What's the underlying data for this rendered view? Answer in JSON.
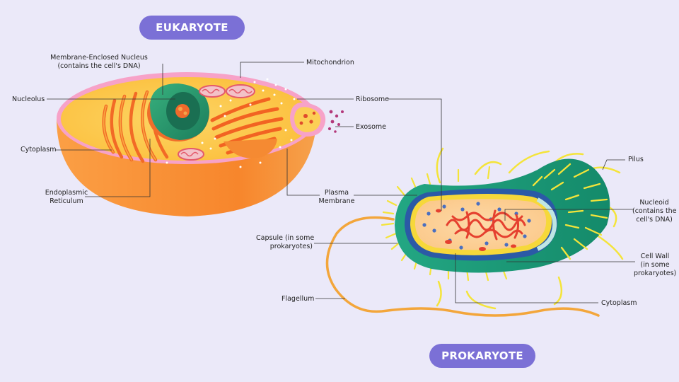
{
  "colors": {
    "background": "#ebe9f9",
    "pill": "#7b70d6",
    "cytoplasm_eukaryote": "#fcc94a",
    "membrane": "#f7a2c8",
    "bowl": "#f9933a",
    "nucleus": "#2c9a6e",
    "capsule": "#1f9e7c",
    "pili": "#f4e43a",
    "flagellum": "#f3a63b",
    "dna": "#e5402f"
  },
  "titles": {
    "eukaryote": "EUKARYOTE",
    "prokaryote": "PROKARYOTE"
  },
  "labels": {
    "nucleus_line1": "Membrane-Enclosed Nucleus",
    "nucleus_line2": "(contains the cell's DNA)",
    "mitochondrion": "Mitochondrion",
    "nucleolus": "Nucleolus",
    "ribosome": "Ribosome",
    "exosome": "Exosome",
    "cytoplasm_eukaryote": "Cytoplasm",
    "er_line1": "Endoplasmic",
    "er_line2": "Reticulum",
    "plasma_line1": "Plasma",
    "plasma_line2": "Membrane",
    "pilus": "Pilus",
    "nucleoid_line1": "Nucleoid",
    "nucleoid_line2": "(contains the",
    "nucleoid_line3": "cell's DNA)",
    "capsule_line1": "Capsule (in some",
    "capsule_line2": "prokaryotes)",
    "cellwall_line1": "Cell Wall",
    "cellwall_line2": "(in some",
    "cellwall_line3": "prokaryotes)",
    "flagellum": "Flagellum",
    "cytoplasm_prokaryote": "Cytoplasm"
  }
}
